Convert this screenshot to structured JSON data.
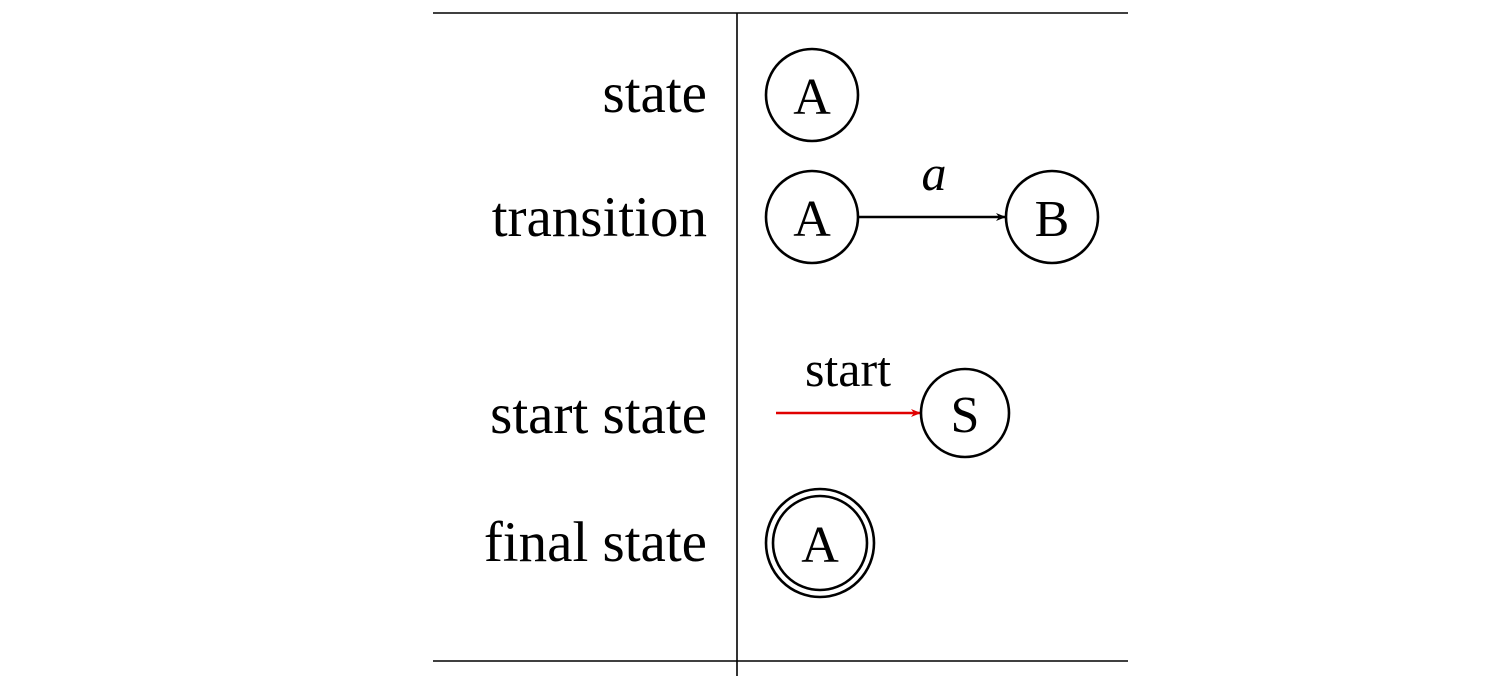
{
  "legend": {
    "rows": [
      {
        "label": "state"
      },
      {
        "label": "transition"
      },
      {
        "label": "start state"
      },
      {
        "label": "final state"
      }
    ]
  },
  "state": {
    "node": "A"
  },
  "transition": {
    "from": "A",
    "to": "B",
    "symbol": "a"
  },
  "start_state": {
    "arrow_label": "start",
    "node": "S",
    "arrow_color": "#e00000"
  },
  "final_state": {
    "node": "A"
  }
}
